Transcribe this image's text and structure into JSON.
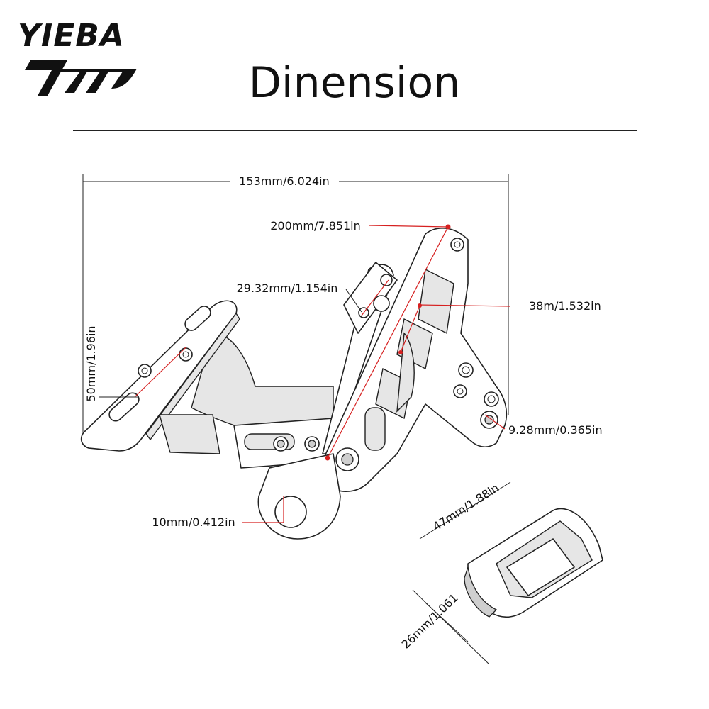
{
  "brand": {
    "name": "YIEBA"
  },
  "title": "Dinension",
  "dimensions": {
    "overall_width": "153mm/6.024in",
    "arm_length": "200mm/7.851in",
    "hole_spacing": "29.32mm/1.154in",
    "slot_width": "38m/1.532in",
    "plate_height": "50mm/1.96in",
    "hole_diameter": "9.28mm/0.365in",
    "mount_hole": "10mm/0.412in",
    "clamp_length": "47mm/1.88in",
    "clamp_width": "26mm/1.061"
  },
  "colors": {
    "line": "#222222",
    "accent": "#d62020",
    "shade": "#e6e6e6"
  }
}
